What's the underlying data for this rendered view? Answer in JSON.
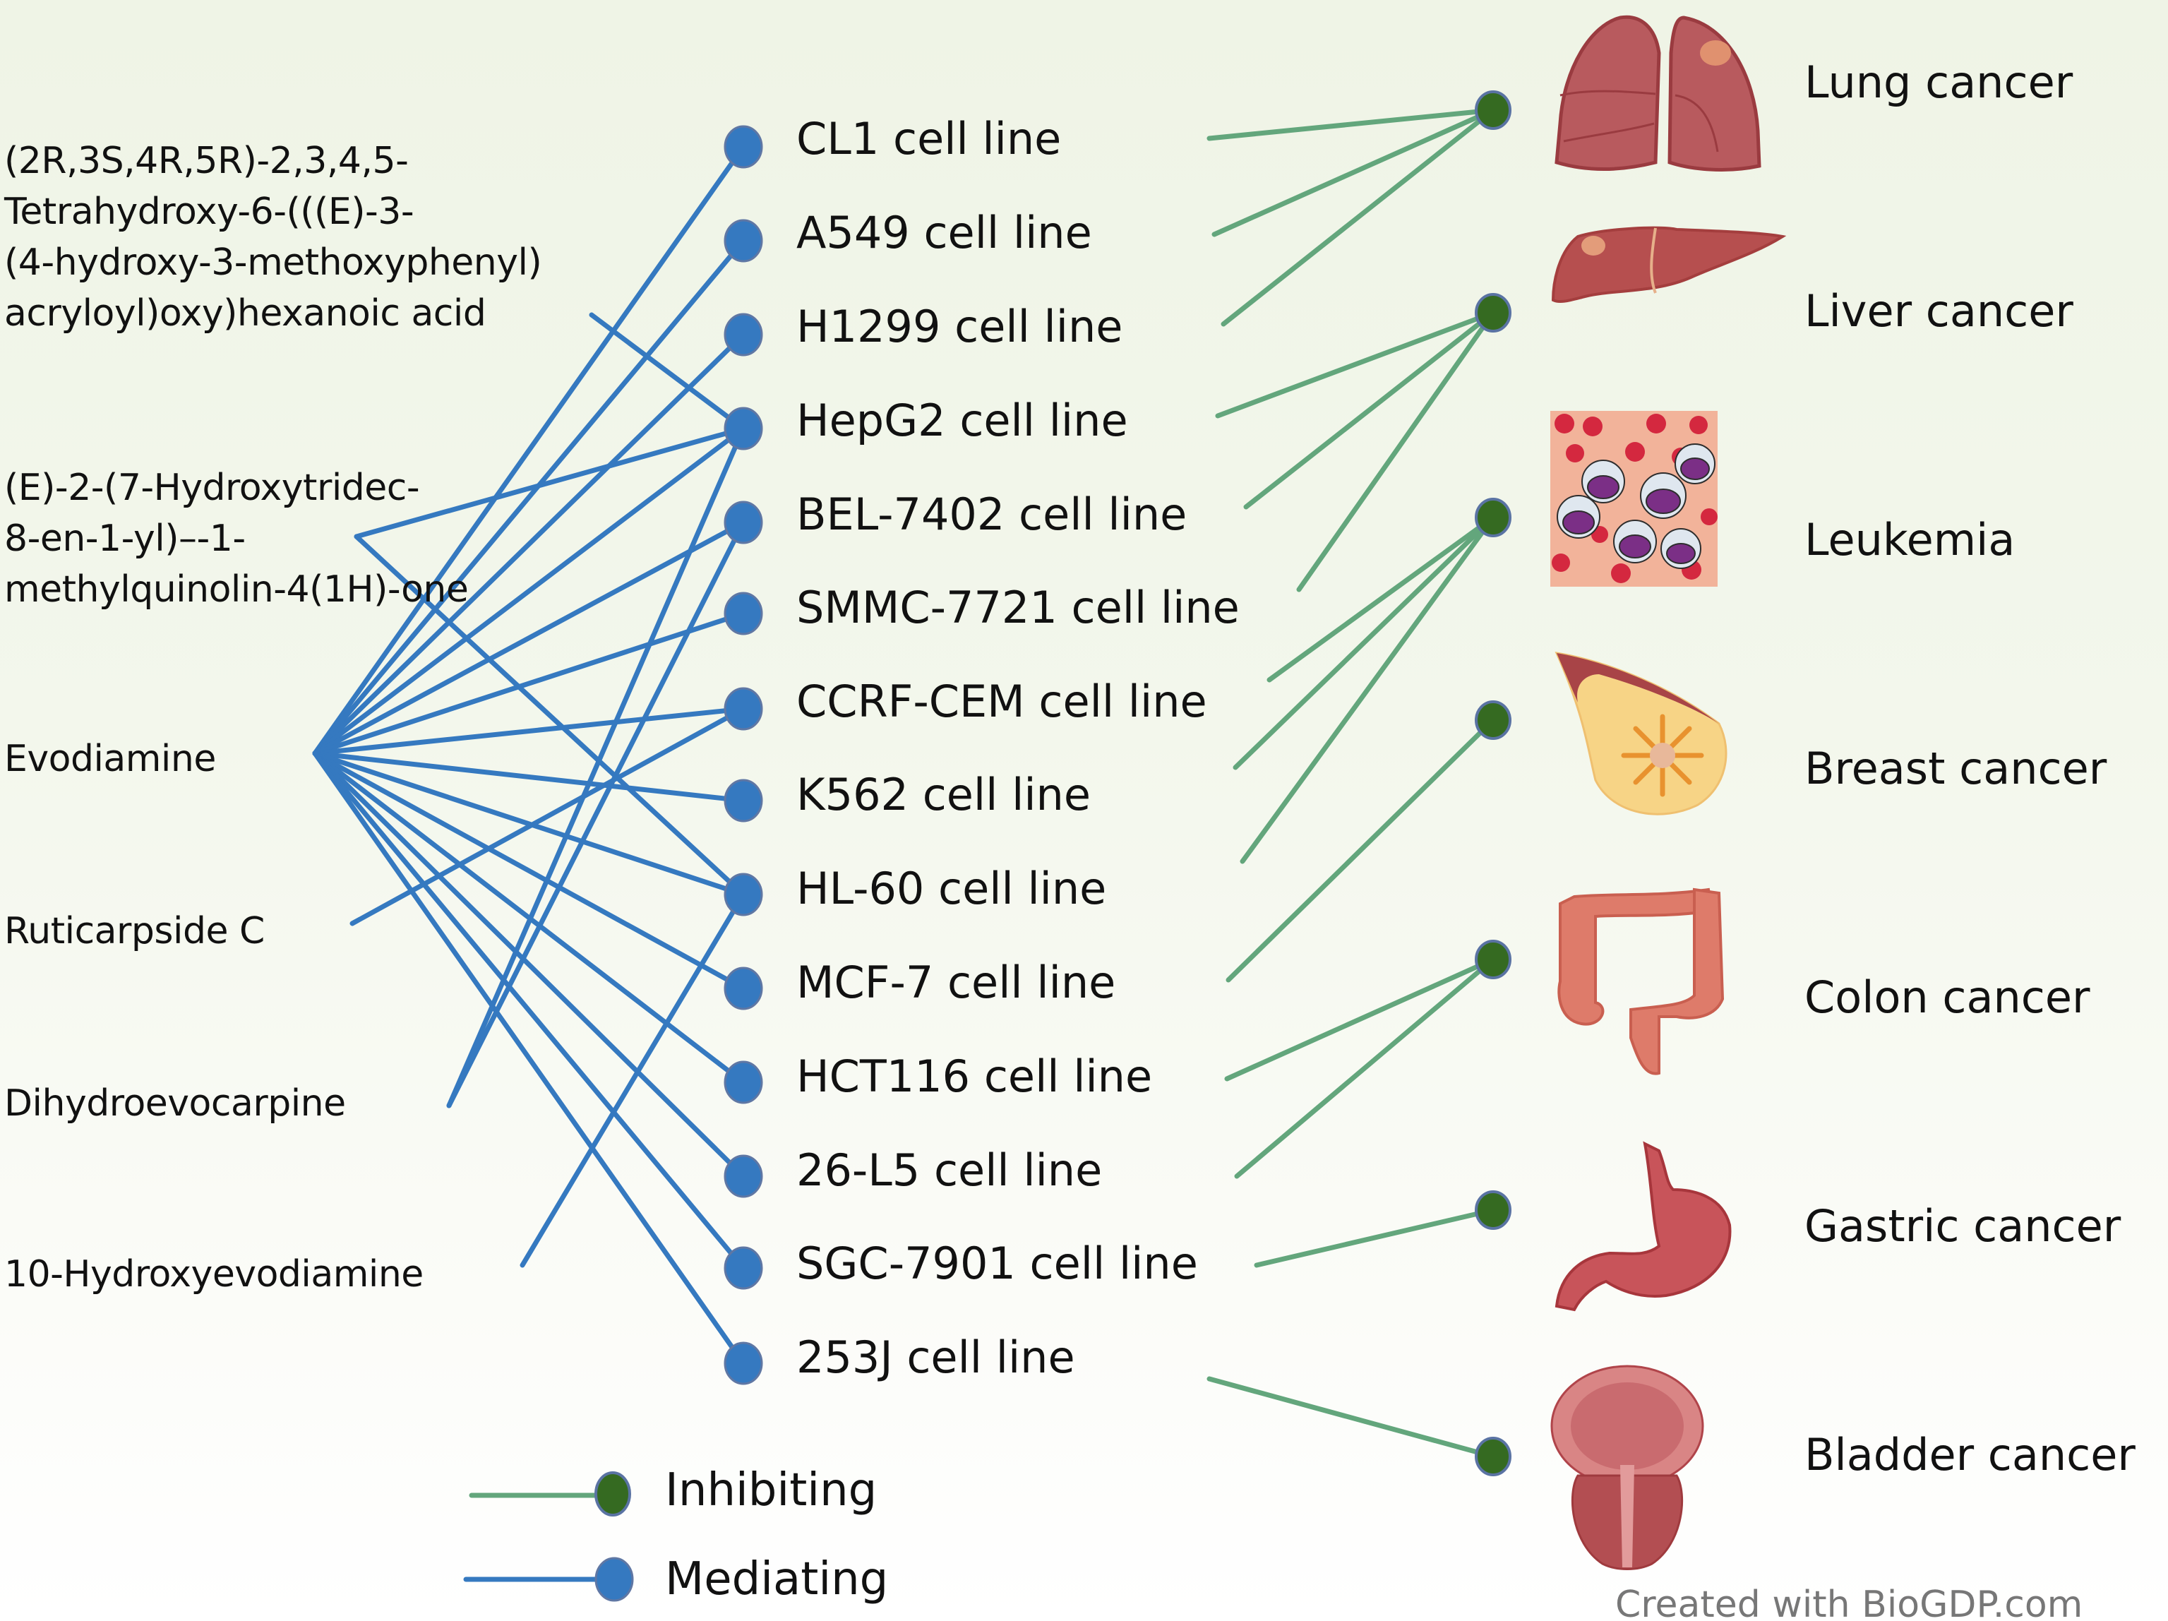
{
  "figure": {
    "credit": "Created with BioGDP.com",
    "colors": {
      "mediating": "#3579c0",
      "inhibiting_line": "#63a67c",
      "inhibiting_node": "#356a21",
      "text": "#111111"
    }
  },
  "compounds": [
    {
      "id": "tetrahydroxy",
      "lines": [
        "(2R,3S,4R,5R)-2,3,4,5-",
        "Tetrahydroxy-6-(((E)-3-",
        "(4-hydroxy-3-methoxyphenyl)",
        "acryloyl)oxy)hexanoic acid"
      ]
    },
    {
      "id": "hydroxytridec",
      "lines": [
        "(E)-2-(7-Hydroxytridec-",
        "8-en-1-yl)–-1-",
        "methylquinolin-4(1H)-one"
      ]
    },
    {
      "id": "evodiamine",
      "lines": [
        "Evodiamine"
      ]
    },
    {
      "id": "ruticarpside-c",
      "lines": [
        "Ruticarpside C"
      ]
    },
    {
      "id": "dihydroevocarpine",
      "lines": [
        "Dihydroevocarpine"
      ]
    },
    {
      "id": "hydroxyevodiamine",
      "lines": [
        "10-Hydroxyevodiamine"
      ]
    }
  ],
  "cell_lines": [
    {
      "id": "cl1",
      "label": "CL1 cell line"
    },
    {
      "id": "a549",
      "label": "A549 cell line"
    },
    {
      "id": "h1299",
      "label": "H1299 cell line"
    },
    {
      "id": "hepg2",
      "label": "HepG2 cell line"
    },
    {
      "id": "bel7402",
      "label": "BEL-7402 cell line"
    },
    {
      "id": "smmc7721",
      "label": "SMMC-7721 cell line"
    },
    {
      "id": "ccrfcem",
      "label": "CCRF-CEM cell line"
    },
    {
      "id": "k562",
      "label": "K562 cell line"
    },
    {
      "id": "hl60",
      "label": "HL-60 cell line"
    },
    {
      "id": "mcf7",
      "label": "MCF-7 cell line"
    },
    {
      "id": "hct116",
      "label": "HCT116 cell line"
    },
    {
      "id": "26l5",
      "label": "26-L5 cell line"
    },
    {
      "id": "sgc7901",
      "label": "SGC-7901 cell line"
    },
    {
      "id": "253j",
      "label": "253J cell line"
    }
  ],
  "cancers": [
    {
      "id": "lung",
      "label": "Lung cancer",
      "icon": "lungs-icon"
    },
    {
      "id": "liver",
      "label": "Liver cancer",
      "icon": "liver-icon"
    },
    {
      "id": "leukemia",
      "label": "Leukemia",
      "icon": "blood-cells-icon"
    },
    {
      "id": "breast",
      "label": "Breast cancer",
      "icon": "breast-icon"
    },
    {
      "id": "colon",
      "label": "Colon cancer",
      "icon": "colon-icon"
    },
    {
      "id": "gastric",
      "label": "Gastric cancer",
      "icon": "stomach-icon"
    },
    {
      "id": "bladder",
      "label": "Bladder cancer",
      "icon": "bladder-icon"
    }
  ],
  "mediating_edges": [
    [
      "tetrahydroxy",
      "hepg2"
    ],
    [
      "hydroxytridec",
      "hepg2"
    ],
    [
      "hydroxytridec",
      "hl60"
    ],
    [
      "evodiamine",
      "cl1"
    ],
    [
      "evodiamine",
      "a549"
    ],
    [
      "evodiamine",
      "h1299"
    ],
    [
      "evodiamine",
      "hepg2"
    ],
    [
      "evodiamine",
      "bel7402"
    ],
    [
      "evodiamine",
      "smmc7721"
    ],
    [
      "evodiamine",
      "ccrfcem"
    ],
    [
      "evodiamine",
      "k562"
    ],
    [
      "evodiamine",
      "hl60"
    ],
    [
      "evodiamine",
      "mcf7"
    ],
    [
      "evodiamine",
      "hct116"
    ],
    [
      "evodiamine",
      "26l5"
    ],
    [
      "evodiamine",
      "sgc7901"
    ],
    [
      "evodiamine",
      "253j"
    ],
    [
      "ruticarpside-c",
      "ccrfcem"
    ],
    [
      "dihydroevocarpine",
      "hepg2"
    ],
    [
      "dihydroevocarpine",
      "bel7402"
    ],
    [
      "hydroxyevodiamine",
      "hl60"
    ]
  ],
  "inhibiting_edges": [
    [
      "cl1",
      "lung"
    ],
    [
      "a549",
      "lung"
    ],
    [
      "h1299",
      "lung"
    ],
    [
      "hepg2",
      "liver"
    ],
    [
      "bel7402",
      "liver"
    ],
    [
      "smmc7721",
      "liver"
    ],
    [
      "ccrfcem",
      "leukemia"
    ],
    [
      "k562",
      "leukemia"
    ],
    [
      "hl60",
      "leukemia"
    ],
    [
      "mcf7",
      "breast"
    ],
    [
      "hct116",
      "colon"
    ],
    [
      "26l5",
      "colon"
    ],
    [
      "sgc7901",
      "gastric"
    ],
    [
      "253j",
      "bladder"
    ]
  ],
  "legend": [
    {
      "id": "inhibiting",
      "label": "Inhibiting"
    },
    {
      "id": "mediating",
      "label": "Mediating"
    }
  ]
}
